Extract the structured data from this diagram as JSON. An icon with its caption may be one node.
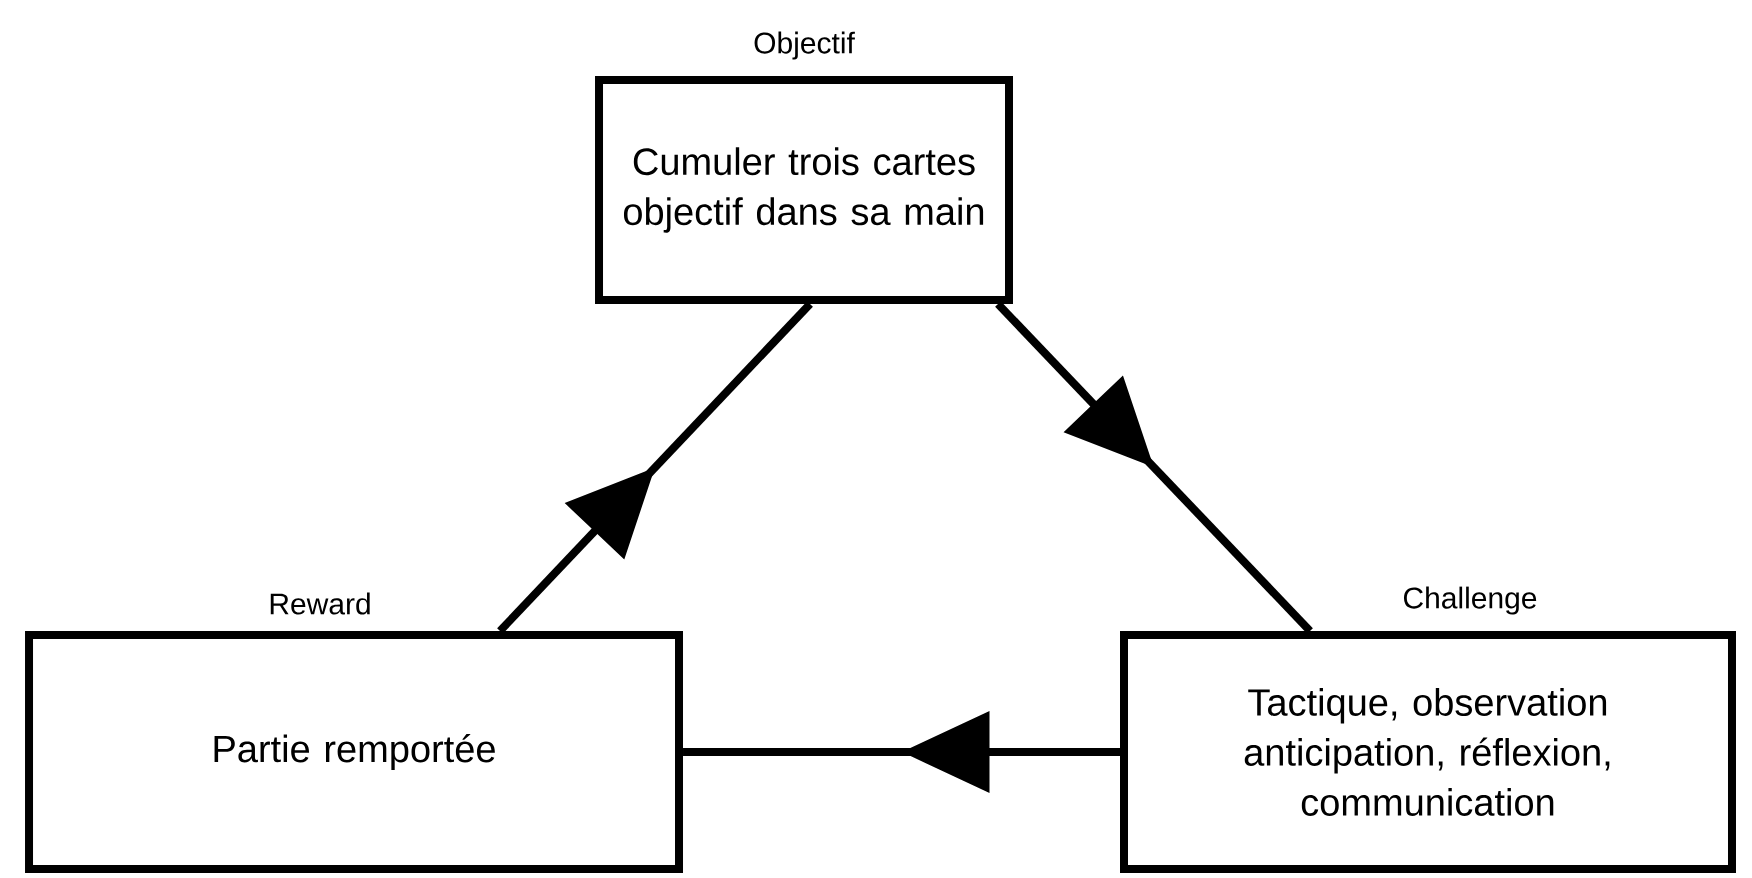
{
  "diagram": {
    "nodes": [
      {
        "text": [
          "Objectif",
          "Cumuler trois cartes objectif dans sa main"
        ]
      },
      {
        "text": [
          "Reward",
          "Partie remportée"
        ]
      },
      {
        "text": [
          "Challenge",
          "Tactique, observation anticipation, réflexion, communication"
        ]
      }
    ],
    "edges": [
      {
        "from": 0,
        "to": 2,
        "arrow": "to"
      },
      {
        "from": 2,
        "to": 1,
        "arrow": "to"
      },
      {
        "from": 1,
        "to": 0,
        "arrow": "to"
      }
    ]
  }
}
